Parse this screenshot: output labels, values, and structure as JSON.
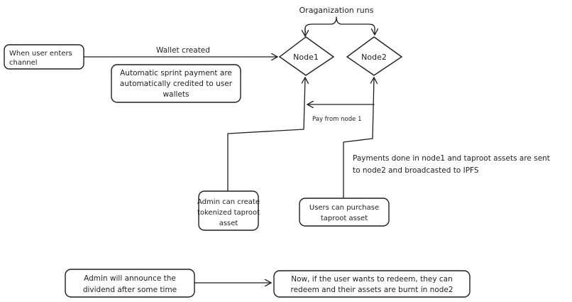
{
  "diagram": {
    "org_label": "Oraganization runs",
    "node1": "Node1",
    "node2": "Node2",
    "user_box": [
      "When user enters",
      "channel"
    ],
    "wallet_label": "Wallet created",
    "sprint_box": [
      "Automatic sprint payment are",
      "automatically credited to user",
      "wallets"
    ],
    "pay_label": "Pay from node 1",
    "payments_note": [
      "Payments done in node1 and taproot assets are sent",
      "to node2 and broadcasted to IPFS"
    ],
    "admin_create_box": [
      "Admin can create",
      "tokenized taproot",
      "asset"
    ],
    "users_purchase_box": [
      "Users can purchase",
      "taproot asset"
    ],
    "admin_dividend_box": [
      "Admin will announce the",
      "dividend after some time"
    ],
    "redeem_box": [
      "Now, if the user wants to redeem, they can",
      "redeem and their assets are burnt in node2"
    ]
  }
}
